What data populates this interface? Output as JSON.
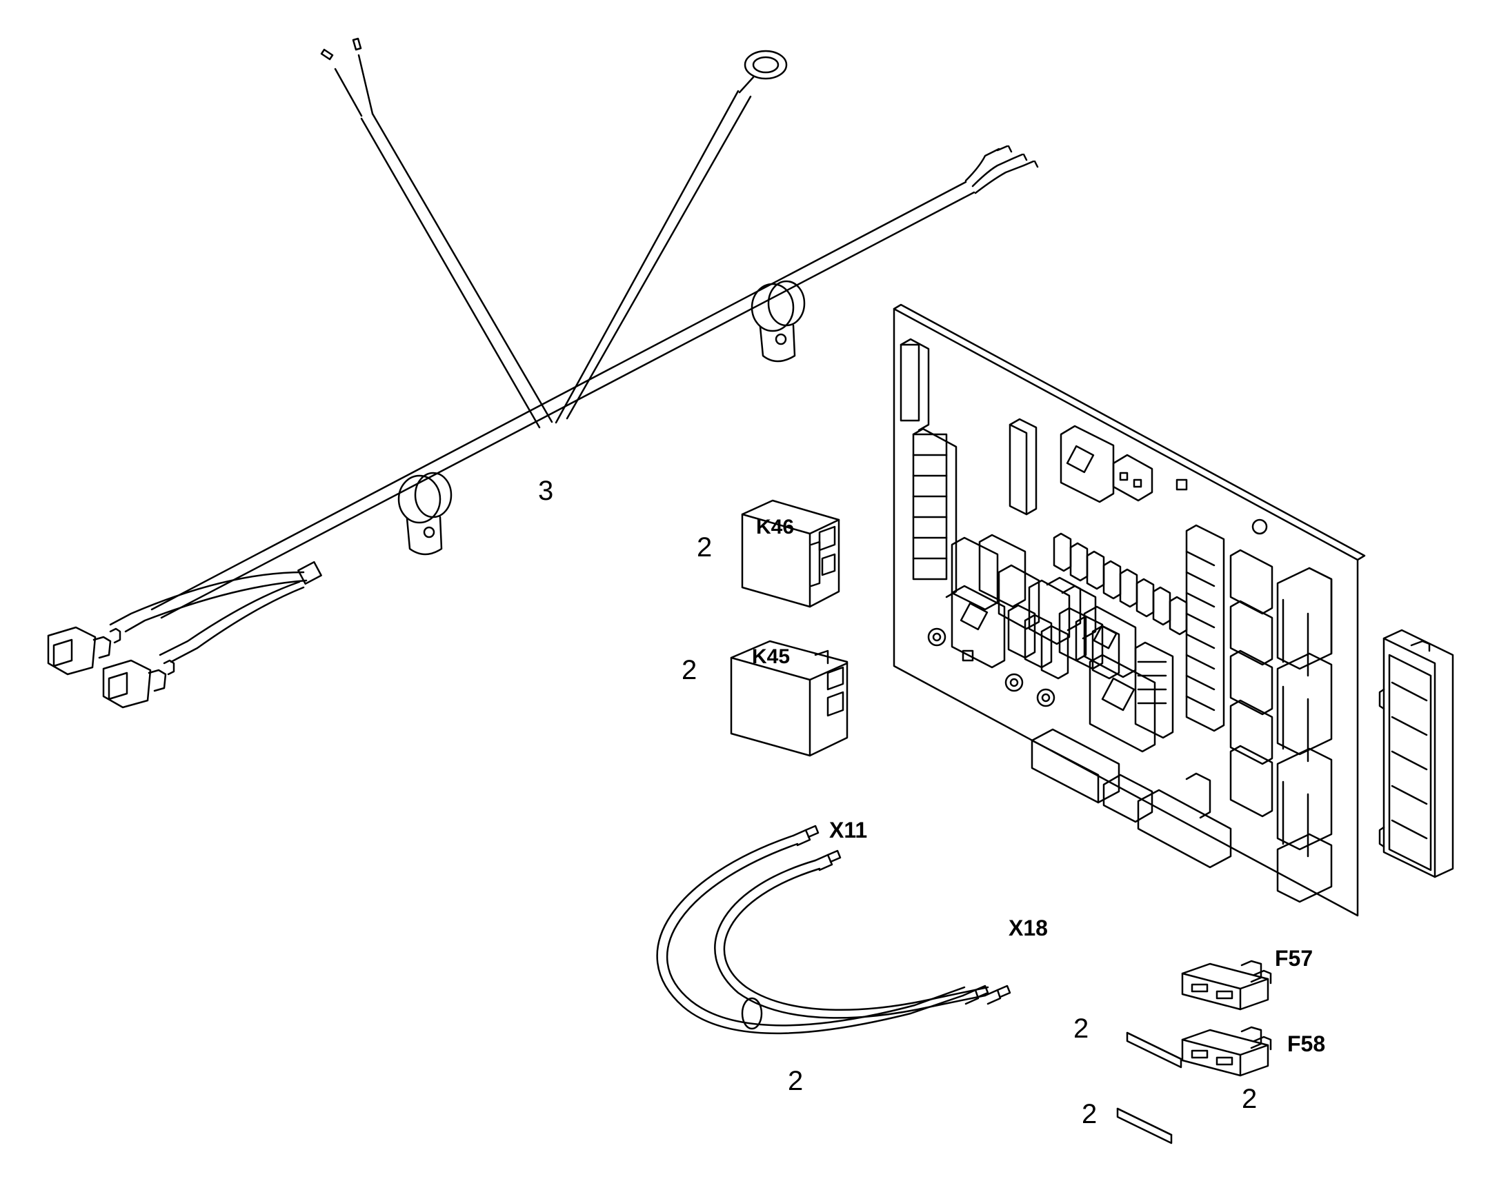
{
  "callouts": {
    "harness_qty": "3",
    "relay_k46_qty": "2",
    "relay_k45_qty": "2",
    "jumper_qty": "2",
    "label_strip_1_qty": "2",
    "label_strip_2_qty": "2",
    "fuse_qty": "2"
  },
  "parts": {
    "relay_k46": "K46",
    "relay_k45": "K45",
    "jumper_end_1": "X11",
    "jumper_end_2": "X18",
    "fuse_1": "F57",
    "fuse_2": "F58"
  },
  "colors": {
    "line": "#000000",
    "fill": "#ffffff"
  }
}
